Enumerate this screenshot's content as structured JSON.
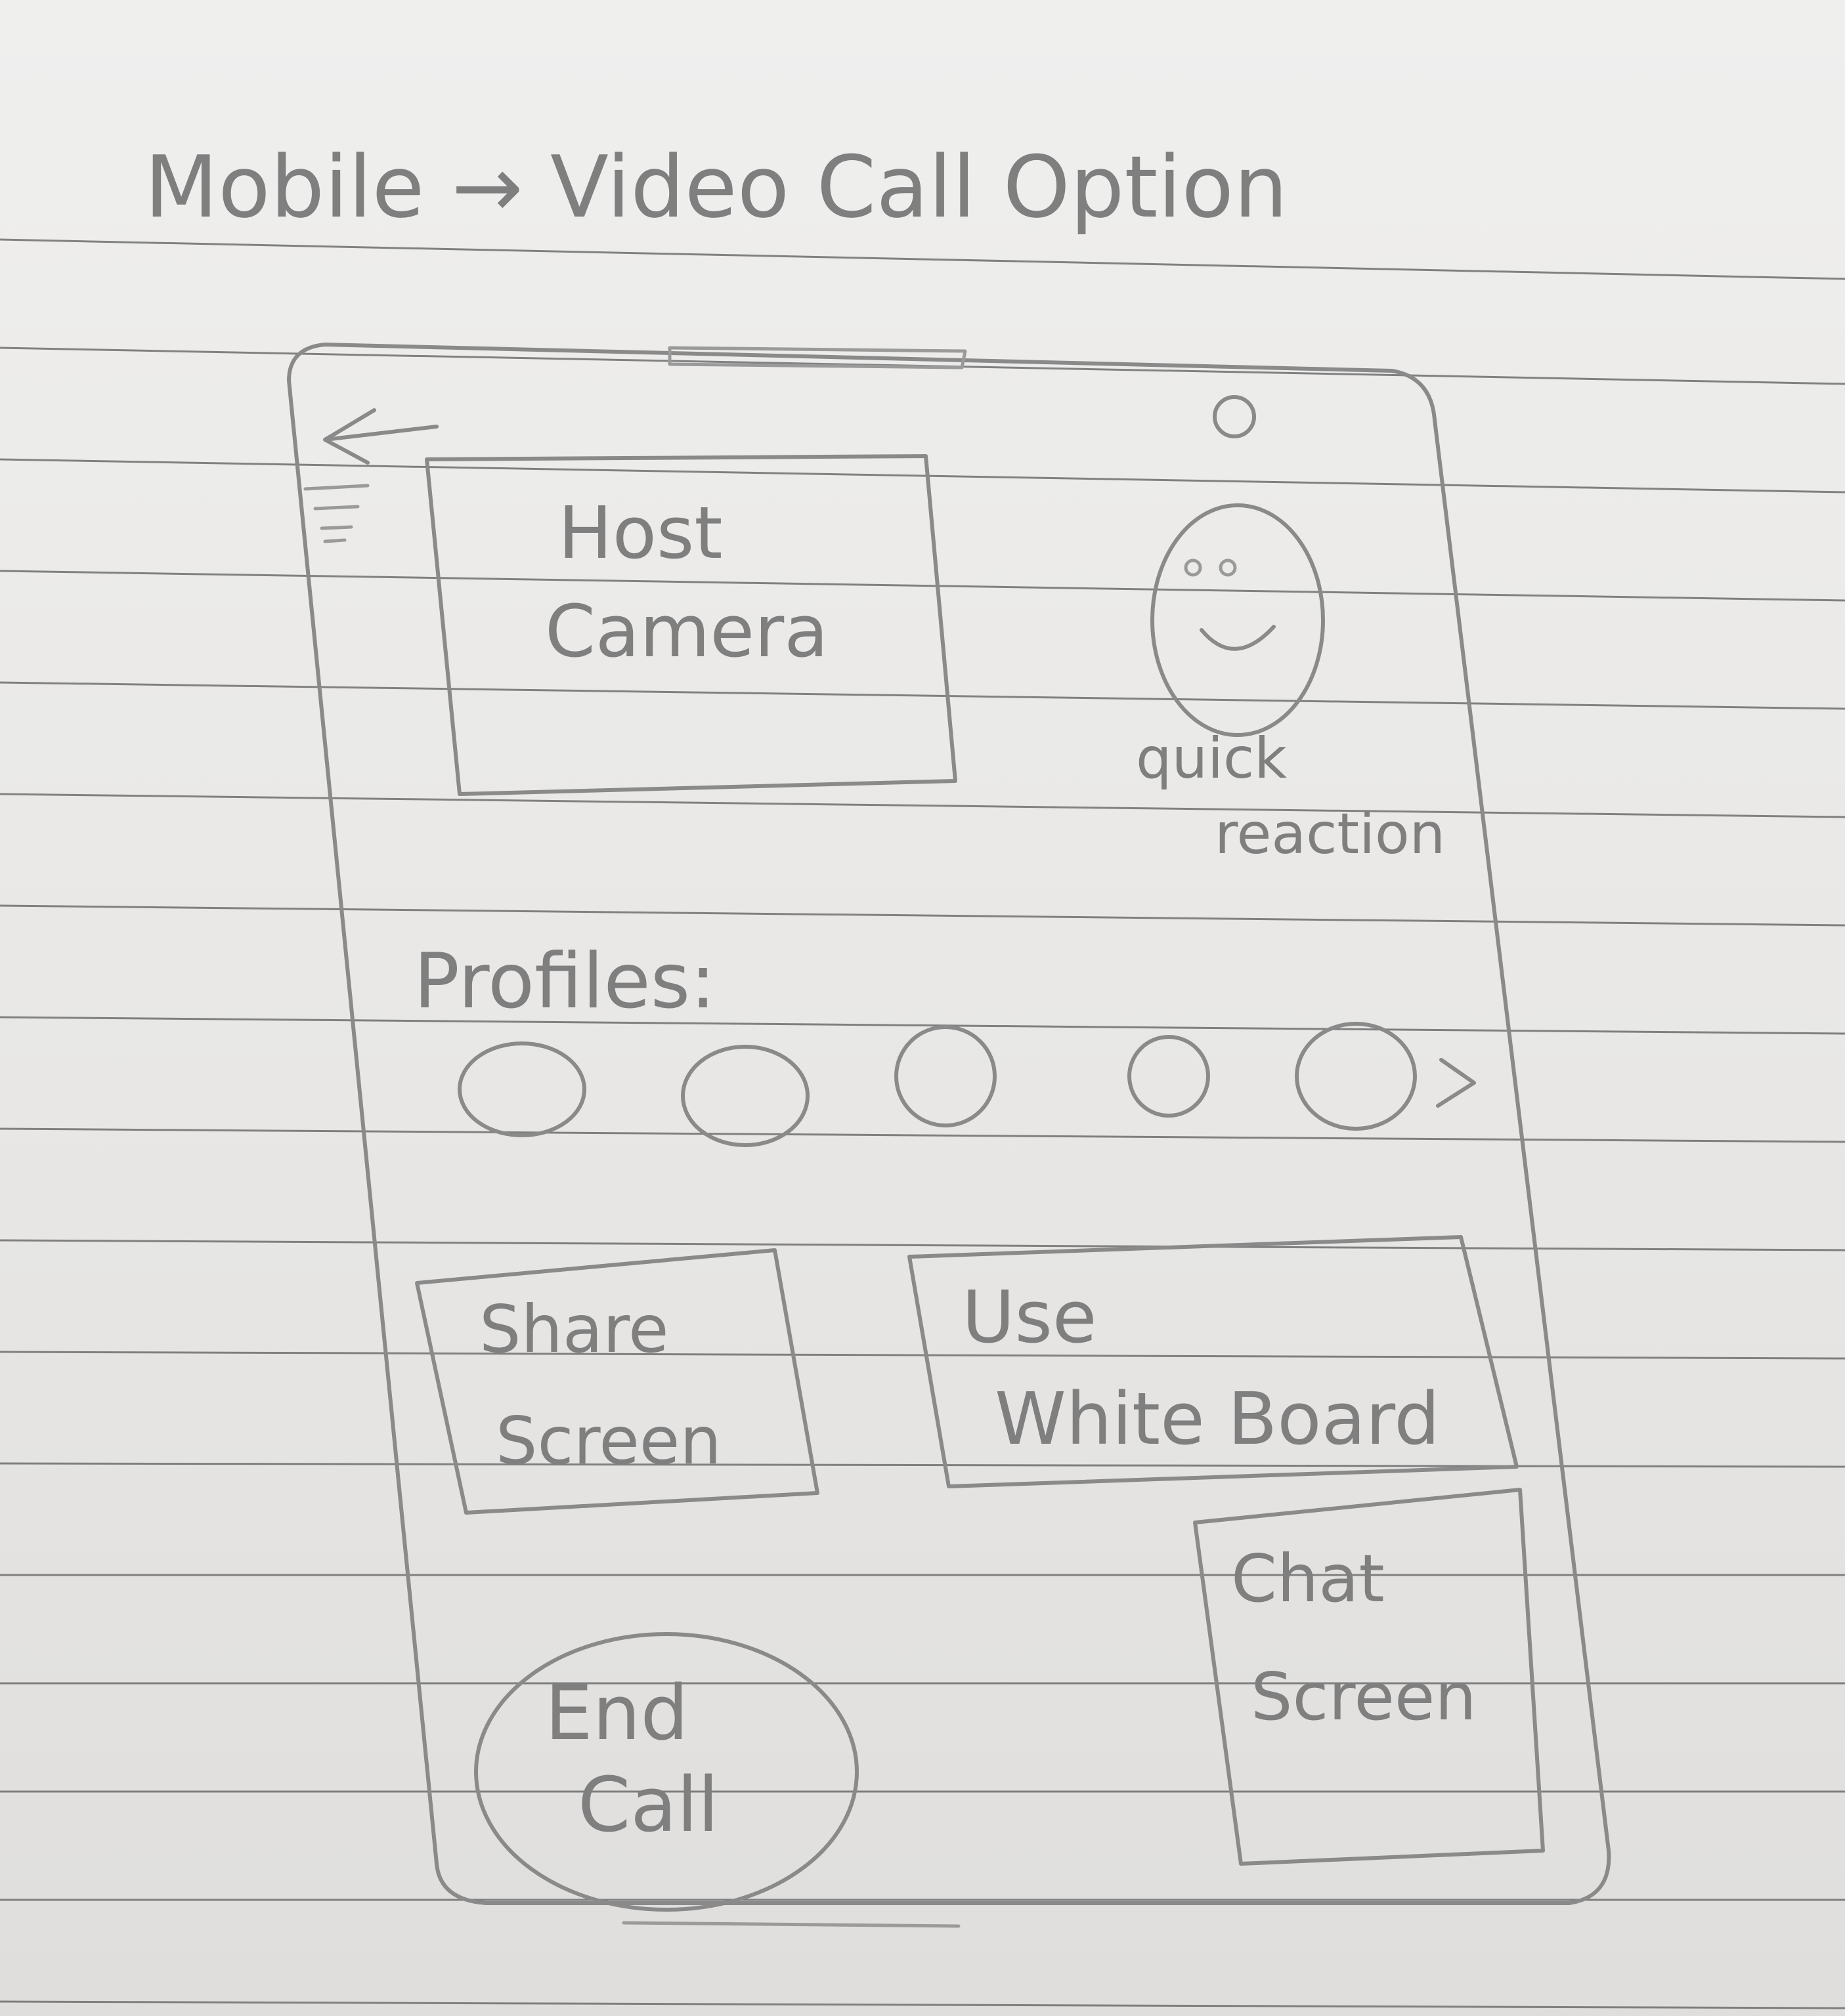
{
  "sketch": {
    "title": "Mobile → Video Call Option"
  },
  "phone": {
    "header": {
      "back_icon": "arrow-left-icon",
      "menu_icon": "hamburger-menu-icon",
      "camera_icon": "front-camera-icon"
    },
    "host_camera": {
      "line1": "Host",
      "line2": "Camera"
    },
    "quick_reaction": {
      "icon": "smiley-face-icon",
      "line1": "quick",
      "line2": "reaction"
    },
    "profiles": {
      "label": "Profiles:",
      "count": 5,
      "more_icon": "chevron-right-icon"
    },
    "share_screen": {
      "line1": "Share",
      "line2": "Screen"
    },
    "whiteboard": {
      "line1": "Use",
      "line2": "White Board"
    },
    "chat_screen": {
      "line1": "Chat",
      "line2": "Screen"
    },
    "end_call": {
      "line1": "End",
      "line2": "Call"
    }
  }
}
